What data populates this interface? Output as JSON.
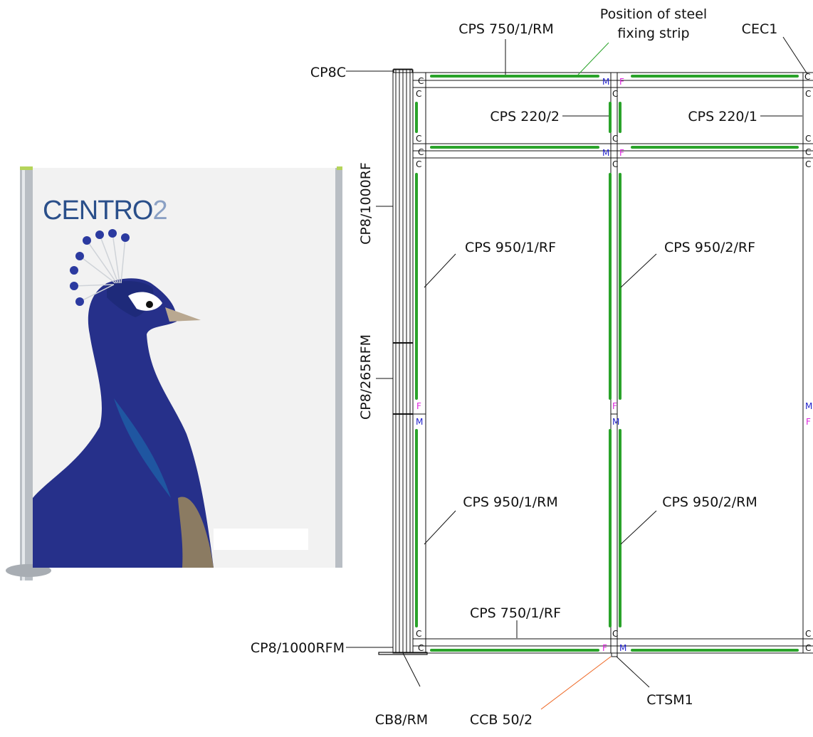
{
  "colors": {
    "strip": "#2aa32a",
    "note": "#33b833",
    "orange": "#ee6622",
    "male": "#2222cc",
    "female": "#dd22dd",
    "line": "#111111"
  },
  "photo": {
    "brand_main": "CENTRO",
    "brand_num": "2"
  },
  "labels": {
    "note_line1": "Position of steel",
    "note_line2": "fixing strip",
    "cps750_rm": "CPS 750/1/RM",
    "cec1": "CEC1",
    "cp8c": "CP8C",
    "cps220_2": "CPS 220/2",
    "cps220_1": "CPS 220/1",
    "cp8_1000rf": "CP8/1000RF",
    "cps950_1_rf": "CPS 950/1/RF",
    "cps950_2_rf": "CPS 950/2/RF",
    "cp8_265rfm": "CP8/265RFM",
    "cps950_1_rm": "CPS 950/1/RM",
    "cps950_2_rm": "CPS 950/2/RM",
    "cps750_rf": "CPS 750/1/RF",
    "cp8_1000rfm": "CP8/1000RFM",
    "cb8_rm": "CB8/RM",
    "ccb50_2": "CCB 50/2",
    "ctsm1": "CTSM1"
  },
  "markers": {
    "c": "C",
    "m": "M",
    "f": "F"
  }
}
